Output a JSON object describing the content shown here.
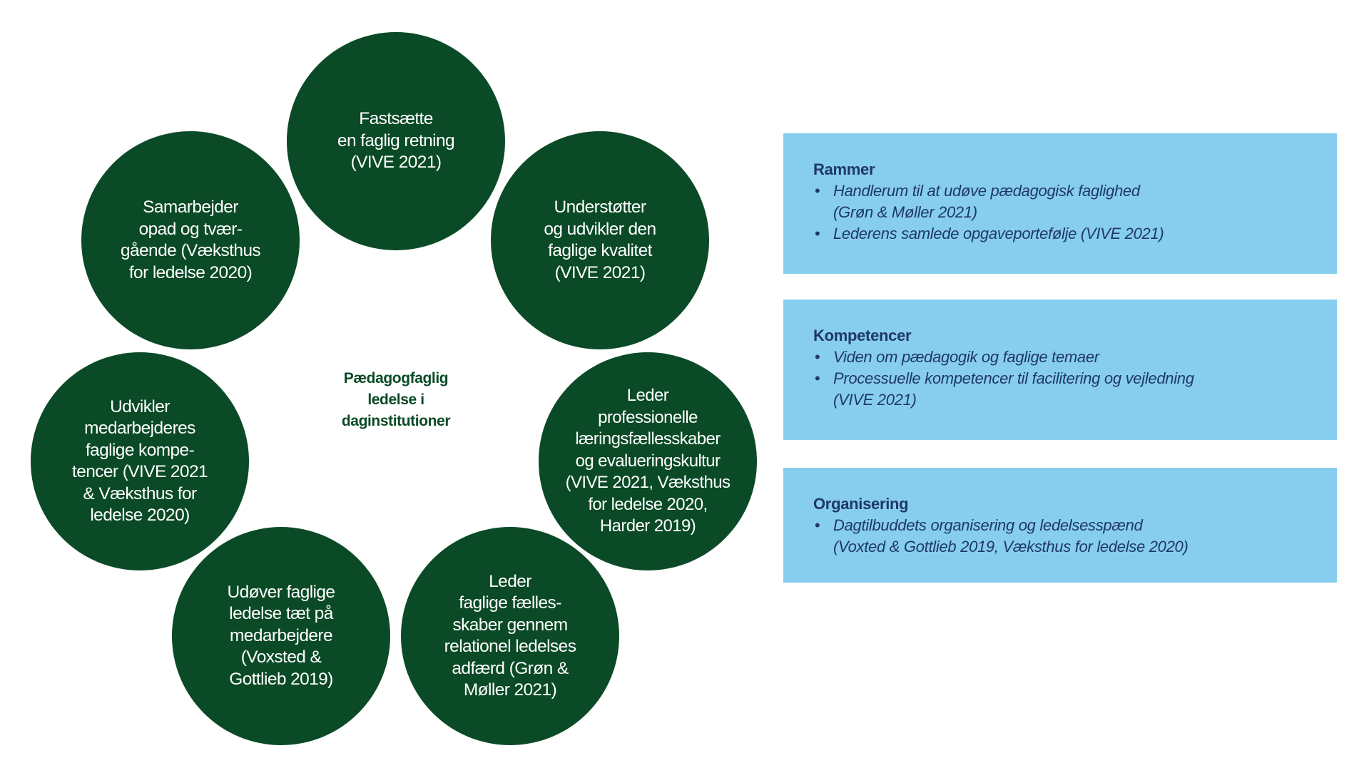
{
  "center_label": "Pædagogfaglig\nledelse i\ndaginstitutioner",
  "circles": [
    "Fastsætte\nen faglig retning\n(VIVE 2021)",
    "Understøtter\nog udvikler den\nfaglige kvalitet\n(VIVE 2021)",
    "Leder\nprofessionelle\nlæringsfællesskaber\nog evalueringskultur\n(VIVE 2021, Væksthus\nfor ledelse 2020,\nHarder 2019)",
    "Leder\nfaglige fælles-\nskaber gennem\nrelationel ledelses\nadfærd (Grøn &\nMøller 2021)",
    "Udøver faglige\nledelse tæt på\nmedarbejdere\n(Voxsted &\nGottlieb 2019)",
    "Udvikler\nmedarbejderes\nfaglige kompe-\ntencer (VIVE 2021\n& Væksthus for\nledelse 2020)",
    "Samarbejder\nopad og tvær-\ngående (Væksthus\nfor ledelse 2020)"
  ],
  "boxes": {
    "rammer": {
      "title": "Rammer",
      "items": [
        "Handlerum til at udøve pædagogisk faglighed\n(Grøn & Møller 2021)",
        "Lederens samlede opgaveportefølje (VIVE 2021)"
      ]
    },
    "kompetencer": {
      "title": "Kompetencer",
      "items": [
        "Viden om pædagogik og faglige temaer",
        "Processuelle kompetencer til facilitering og vejledning\n(VIVE 2021)"
      ]
    },
    "organisering": {
      "title": "Organisering",
      "items": [
        "Dagtilbuddets organisering og ledelsesspænd\n(Voxted & Gottlieb 2019, Væksthus for ledelse 2020)"
      ]
    }
  },
  "bullet_symbol": "•",
  "colors": {
    "circle_fill": "#0a4a26",
    "box_fill": "#87ceee",
    "box_text": "#1f3864"
  }
}
